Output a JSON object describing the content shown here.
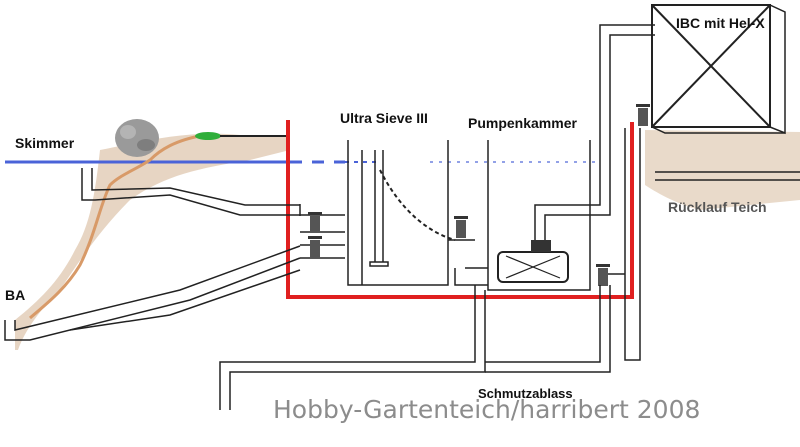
{
  "labels": {
    "skimmer": "Skimmer",
    "ba": "BA",
    "ultra_sieve": "Ultra Sieve III",
    "pumpenkammer": "Pumpenkammer",
    "ibc": "IBC mit Hel-X",
    "ruecklauf": "Rücklauf Teich",
    "schmutzablass": "Schmutzablass"
  },
  "watermark": "Hobby-Gartenteich/harribert 2008",
  "colors": {
    "water_level": "#4a63d8",
    "pond_wall": "#e02020",
    "soil": "#c9a27a",
    "liner": "#d89a68",
    "plant": "#2fae3a",
    "stone": "#9a9a9a",
    "pipe": "#222222",
    "valve": "#555555"
  },
  "icons": [
    "stone-icon",
    "plant-icon",
    "pump-icon",
    "valve-icon"
  ]
}
